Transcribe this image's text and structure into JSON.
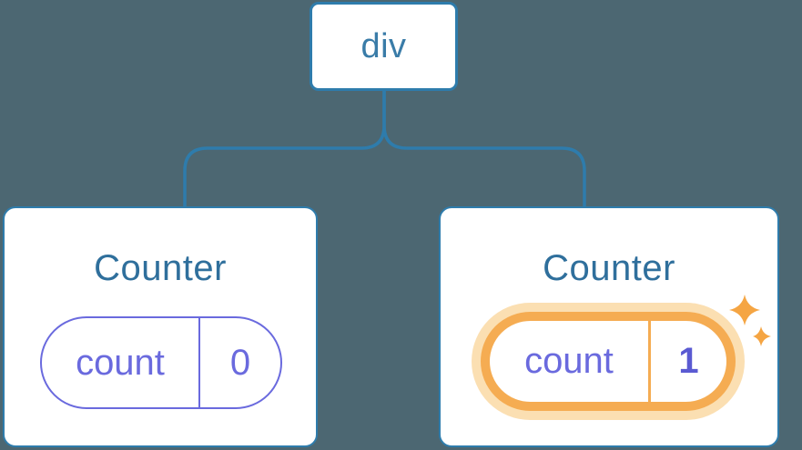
{
  "colors": {
    "background": "#4C6772",
    "line_blue": "#2E7CAC",
    "card_bg": "#FFFFFF",
    "root_label_blue": "#3A7CA8",
    "title_blue": "#2F6F9C",
    "state_purple": "#6A6ADE",
    "value_bold_purple": "#5A5AD2",
    "highlight_orange": "#F5AC52",
    "highlight_glow": "#FBDFB2",
    "sparkle_orange": "#F5A543"
  },
  "tree": {
    "root": {
      "label": "div"
    },
    "children": [
      {
        "title": "Counter",
        "state": {
          "key": "count",
          "value": "0"
        },
        "highlighted": false
      },
      {
        "title": "Counter",
        "state": {
          "key": "count",
          "value": "1"
        },
        "highlighted": true
      }
    ]
  }
}
